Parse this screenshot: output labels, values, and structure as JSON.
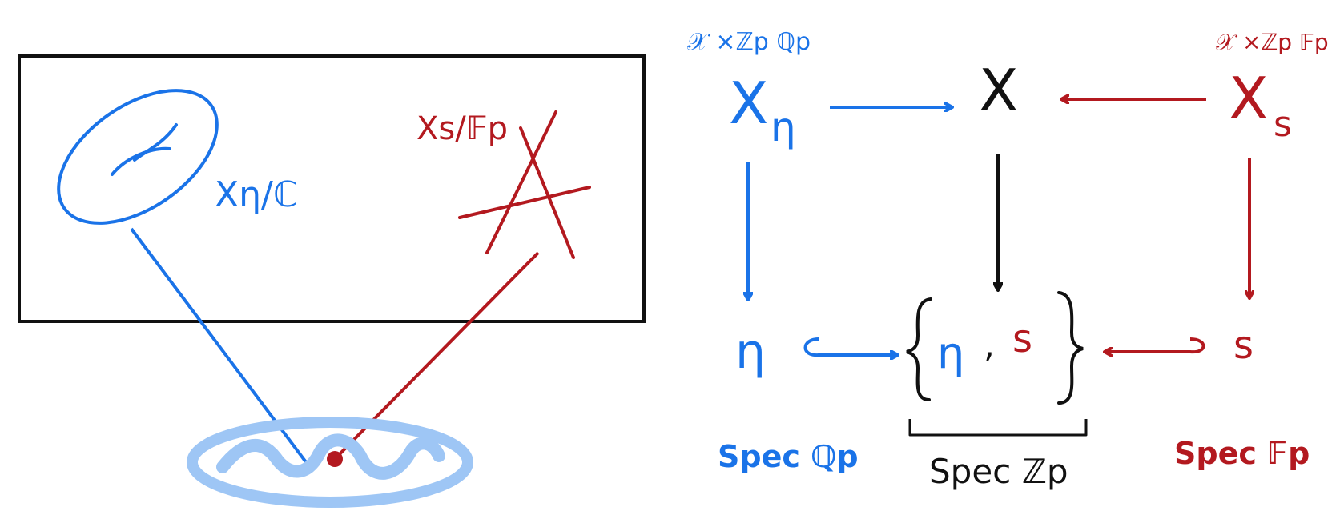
{
  "colors": {
    "blue": "#1a73e8",
    "light_blue": "#9ec6f5",
    "red": "#b3191f",
    "black": "#111111"
  },
  "left_panel": {
    "fiber_eta_label": "Xη/ℂ",
    "fiber_s_label": "Xs/𝔽p"
  },
  "square": {
    "x_eta": "X",
    "x_eta_sub": "η",
    "x_eta_def": "𝒳 ×ℤp ℚp",
    "x_center": "X",
    "x_s": "X",
    "x_s_sub": "s",
    "x_s_def": "𝒳 ×ℤp 𝔽p",
    "eta": "η",
    "set_eta": "η",
    "set_comma": ",",
    "set_s": "s",
    "s": "s",
    "spec_qp": "Spec ℚp",
    "spec_zp": "Spec ℤp",
    "spec_fp": "Spec 𝔽p"
  }
}
